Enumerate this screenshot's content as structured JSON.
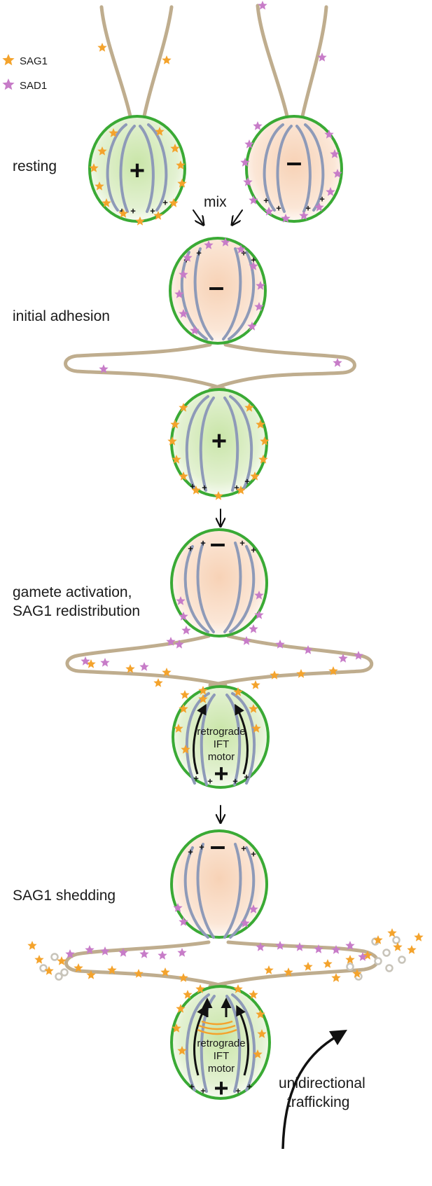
{
  "legend": {
    "items": [
      {
        "label": "SAG1",
        "color": "#f4a32c"
      },
      {
        "label": "SAD1",
        "color": "#c77cc8"
      }
    ]
  },
  "stages": {
    "resting": "resting",
    "mix": "mix",
    "initial_adhesion": "initial adhesion",
    "activation_line1": "gamete activation,",
    "activation_line2": "SAG1 redistribution",
    "shedding": "SAG1 shedding"
  },
  "cells": {
    "plus_sign": "+",
    "minus_sign": "–"
  },
  "motor_label": [
    "retrograde",
    "IFT",
    "motor"
  ],
  "trafficking_label": [
    "unidirectional",
    "trafficking"
  ],
  "colors": {
    "sag1": "#f4a32c",
    "sad1": "#c77cc8",
    "membrane": "#3aaa35",
    "plus_fill": "#c9e5a8",
    "minus_fill": "#f7d2b6",
    "flagellum": "#bfad8e",
    "microtubule": "#8e9ab8"
  }
}
